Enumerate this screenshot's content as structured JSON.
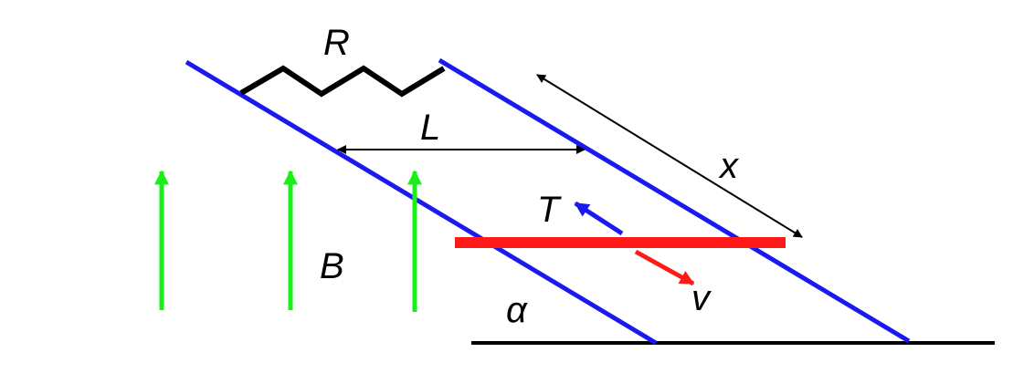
{
  "labels": {
    "resistor": "R",
    "rail_spacing": "L",
    "distance": "x",
    "tension": "T",
    "field": "B",
    "velocity": "v",
    "angle": "α"
  },
  "colors": {
    "rails": "#1a1af0",
    "rod": "#ff1a1a",
    "field": "#19f019",
    "ink": "#000000"
  }
}
